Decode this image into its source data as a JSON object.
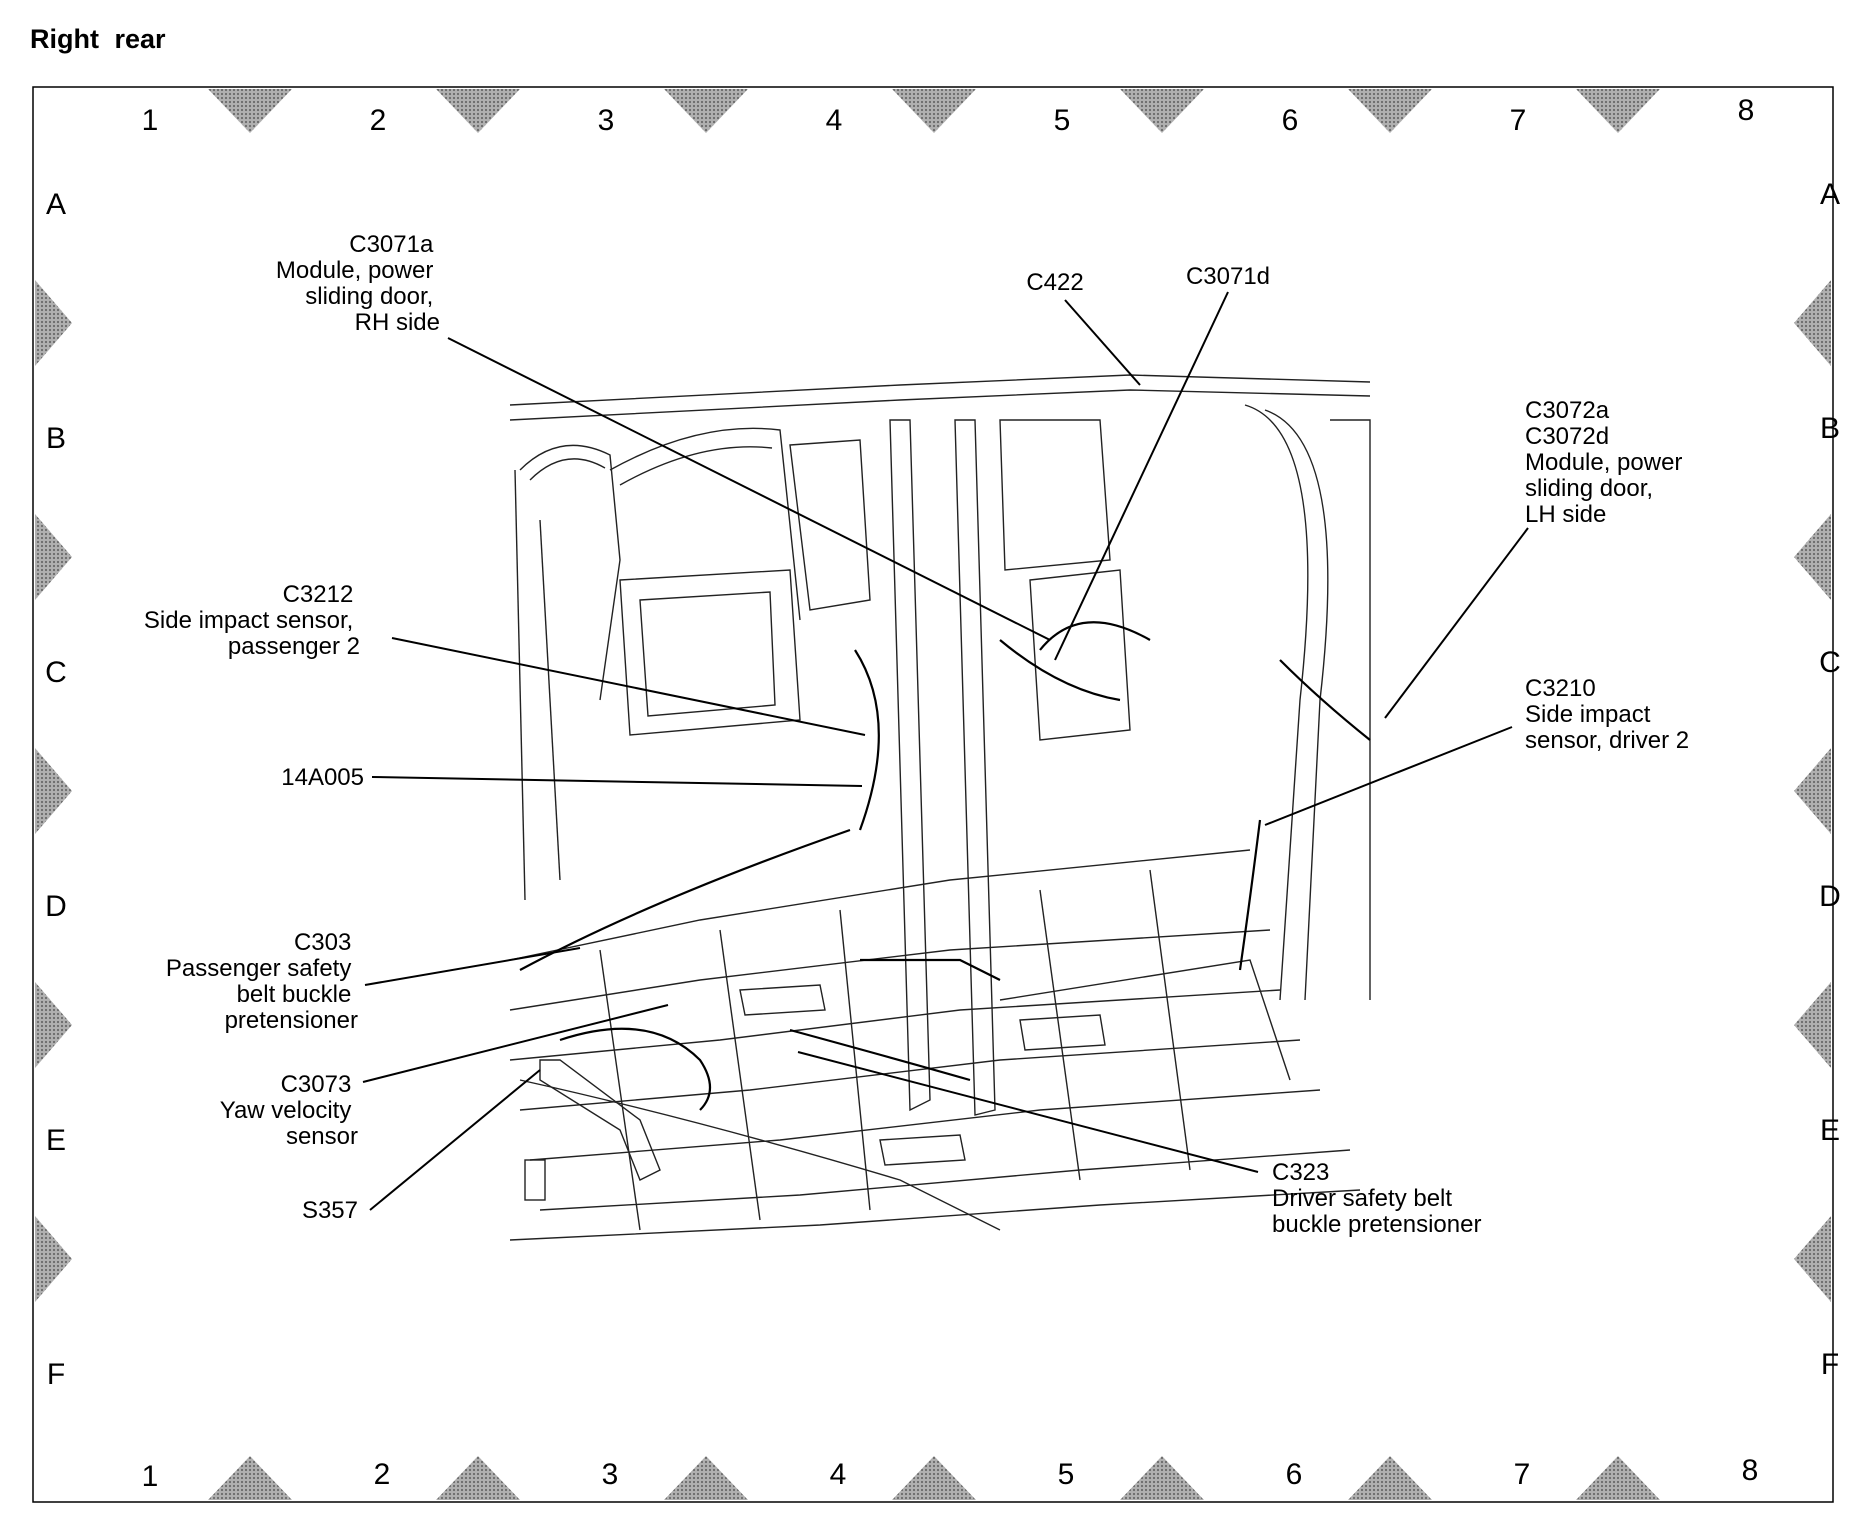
{
  "title": "Right  rear",
  "grid": {
    "columns": [
      "1",
      "2",
      "3",
      "4",
      "5",
      "6",
      "7",
      "8"
    ],
    "rows": [
      "A",
      "B",
      "C",
      "D",
      "E",
      "F"
    ]
  },
  "callouts": {
    "c3071a": [
      "C3071a",
      "Module, power",
      "sliding door,",
      "RH side"
    ],
    "c422": [
      "C422"
    ],
    "c3071d": [
      "C3071d"
    ],
    "c3072": [
      "C3072a",
      "C3072d",
      "Module, power",
      "sliding door,",
      "LH side"
    ],
    "c3212": [
      "C3212",
      "Side impact sensor,",
      "passenger 2"
    ],
    "c14a005": [
      "14A005"
    ],
    "c3210": [
      "C3210",
      "Side impact",
      "sensor, driver 2"
    ],
    "c303": [
      "C303",
      "Passenger safety",
      "belt buckle",
      "pretensioner"
    ],
    "c3073": [
      "C3073",
      "Yaw velocity",
      "sensor"
    ],
    "s357": [
      "S357"
    ],
    "c323": [
      "C323",
      "Driver safety belt",
      "buckle pretensioner"
    ]
  },
  "colors": {
    "line": "#000000",
    "marker": "#9a9a9a"
  }
}
